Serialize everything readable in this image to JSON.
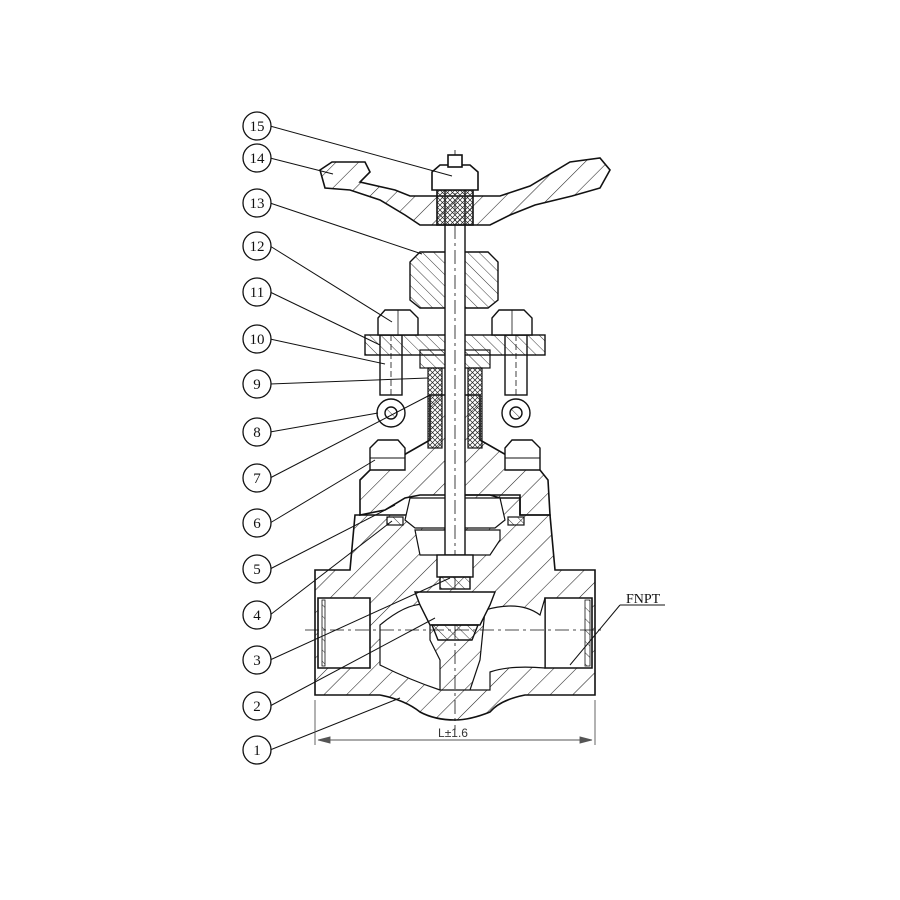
{
  "callouts": [
    {
      "number": "15",
      "part": "handwheel-nut"
    },
    {
      "number": "14",
      "part": "handwheel"
    },
    {
      "number": "13",
      "part": "yoke-sleeve"
    },
    {
      "number": "12",
      "part": "gland-nut"
    },
    {
      "number": "11",
      "part": "gland-flange"
    },
    {
      "number": "10",
      "part": "eye-bolt"
    },
    {
      "number": "9",
      "part": "gland"
    },
    {
      "number": "8",
      "part": "pin"
    },
    {
      "number": "7",
      "part": "packing"
    },
    {
      "number": "6",
      "part": "bonnet-bolt"
    },
    {
      "number": "5",
      "part": "bonnet"
    },
    {
      "number": "4",
      "part": "gasket"
    },
    {
      "number": "3",
      "part": "stem"
    },
    {
      "number": "2",
      "part": "disc"
    },
    {
      "number": "1",
      "part": "body"
    }
  ],
  "end_connection_label": "FNPT",
  "length_dimension_label": "L±1.6"
}
